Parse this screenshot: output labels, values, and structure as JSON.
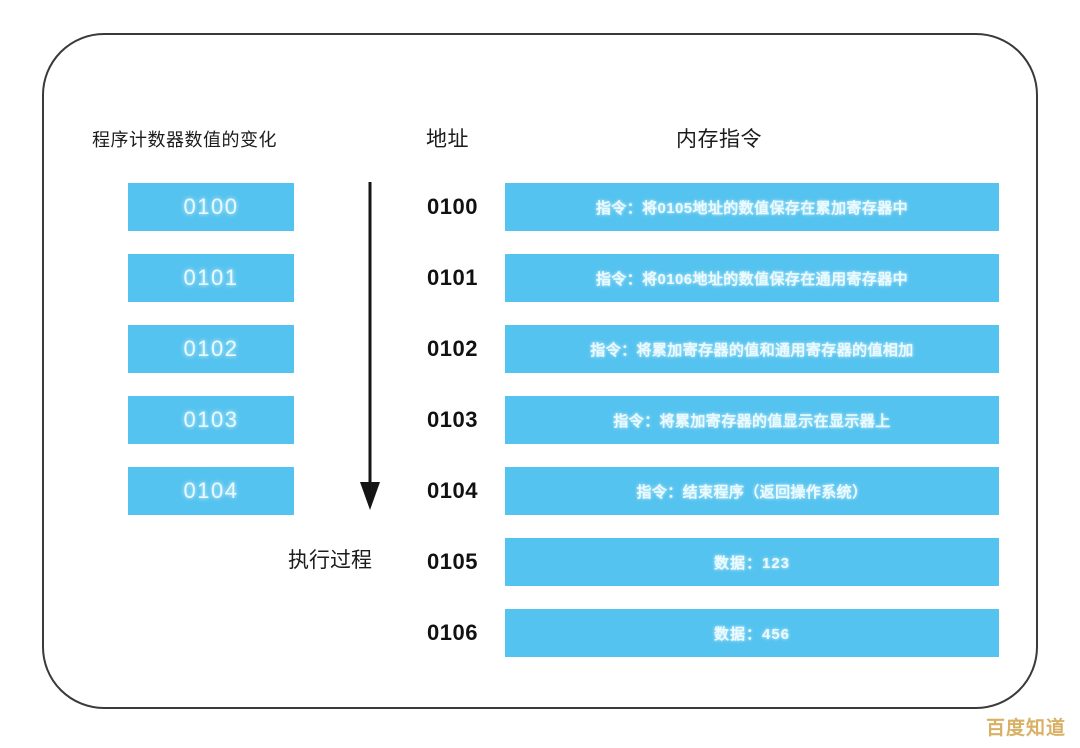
{
  "headings": {
    "program_counter": "程序计数器数值的变化",
    "address": "地址",
    "memory_instruction": "内存指令"
  },
  "execution": {
    "label": "执行过程",
    "arrow_icon": "down-arrow-icon"
  },
  "program_counter_values": [
    "0100",
    "0101",
    "0102",
    "0103",
    "0104"
  ],
  "memory_rows": [
    {
      "address": "0100",
      "content": "指令：将0105地址的数值保存在累加寄存器中",
      "kind": "instruction"
    },
    {
      "address": "0101",
      "content": "指令：将0106地址的数值保存在通用寄存器中",
      "kind": "instruction"
    },
    {
      "address": "0102",
      "content": "指令：将累加寄存器的值和通用寄存器的值相加",
      "kind": "instruction"
    },
    {
      "address": "0103",
      "content": "指令：将累加寄存器的值显示在显示器上",
      "kind": "instruction"
    },
    {
      "address": "0104",
      "content": "指令：结束程序（返回操作系统）",
      "kind": "instruction"
    },
    {
      "address": "0105",
      "content": "数据：123",
      "kind": "data"
    },
    {
      "address": "0106",
      "content": "数据：456",
      "kind": "data"
    }
  ],
  "watermark": {
    "text": "百度知道"
  },
  "colors": {
    "box_blue": "#55c3ef",
    "box_text": "#eafbff",
    "frame_border": "#3a3a3a",
    "address_text": "#111111",
    "watermark": "#d8b165"
  }
}
